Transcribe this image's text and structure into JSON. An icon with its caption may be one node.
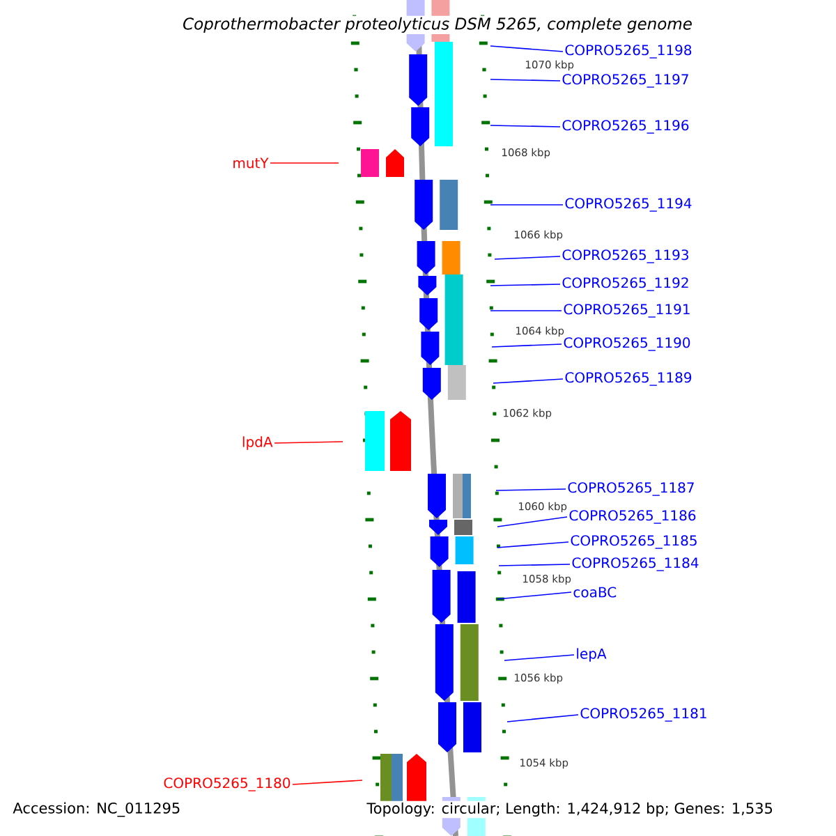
{
  "diagram": {
    "title": "Coprothermobacter proteolyticus DSM 5265, complete genome",
    "nodes": [
      {
        "text": [
          "COPRO5265_1198"
        ]
      },
      {
        "text": [
          "COPRO5265_1197"
        ]
      },
      {
        "text": [
          "COPRO5265_1196"
        ]
      },
      {
        "text": [
          "mutY"
        ]
      },
      {
        "text": [
          "COPRO5265_1194"
        ]
      },
      {
        "text": [
          "COPRO5265_1193"
        ]
      },
      {
        "text": [
          "COPRO5265_1192"
        ]
      },
      {
        "text": [
          "COPRO5265_1191"
        ]
      },
      {
        "text": [
          "COPRO5265_1190"
        ]
      },
      {
        "text": [
          "COPRO5265_1189"
        ]
      },
      {
        "text": [
          "lpdA"
        ]
      },
      {
        "text": [
          "COPRO5265_1187"
        ]
      },
      {
        "text": [
          "COPRO5265_1186"
        ]
      },
      {
        "text": [
          "COPRO5265_1185"
        ]
      },
      {
        "text": [
          "COPRO5265_1184"
        ]
      },
      {
        "text": [
          "coaBC"
        ]
      },
      {
        "text": [
          "lepA"
        ]
      },
      {
        "text": [
          "COPRO5265_1181"
        ]
      },
      {
        "text": [
          "COPRO5265_1180"
        ]
      }
    ],
    "edges": [
      {
        "from": 0,
        "to": null,
        "arrow": "none"
      },
      {
        "from": 1,
        "to": null,
        "arrow": "none"
      },
      {
        "from": 2,
        "to": null,
        "arrow": "none"
      },
      {
        "from": 3,
        "to": null,
        "arrow": "none",
        "color": "#ff0000"
      },
      {
        "from": 4,
        "to": null,
        "arrow": "none"
      },
      {
        "from": 5,
        "to": null,
        "arrow": "none"
      },
      {
        "from": 6,
        "to": null,
        "arrow": "none"
      },
      {
        "from": 7,
        "to": null,
        "arrow": "none"
      },
      {
        "from": 8,
        "to": null,
        "arrow": "none"
      },
      {
        "from": 9,
        "to": null,
        "arrow": "none"
      },
      {
        "from": 10,
        "to": null,
        "arrow": "none",
        "color": "#ff0000"
      },
      {
        "from": 11,
        "to": null,
        "arrow": "none"
      },
      {
        "from": 12,
        "to": null,
        "arrow": "none"
      },
      {
        "from": 13,
        "to": null,
        "arrow": "none"
      },
      {
        "from": 14,
        "to": null,
        "arrow": "none"
      },
      {
        "from": 15,
        "to": null,
        "arrow": "none"
      },
      {
        "from": 16,
        "to": null,
        "arrow": "none"
      },
      {
        "from": 17,
        "to": null,
        "arrow": "none"
      },
      {
        "from": 18,
        "to": null,
        "arrow": "none",
        "color": "#ff0000"
      }
    ],
    "labels": [
      "1070 kbp",
      "1068 kbp",
      "1066 kbp",
      "1064 kbp",
      "1062 kbp",
      "1060 kbp",
      "1058 kbp",
      "1056 kbp",
      "1054 kbp",
      "Accession: NC_011295",
      "Topology: circular; Length: 1,424,912 bp; Genes: 1,535"
    ]
  }
}
